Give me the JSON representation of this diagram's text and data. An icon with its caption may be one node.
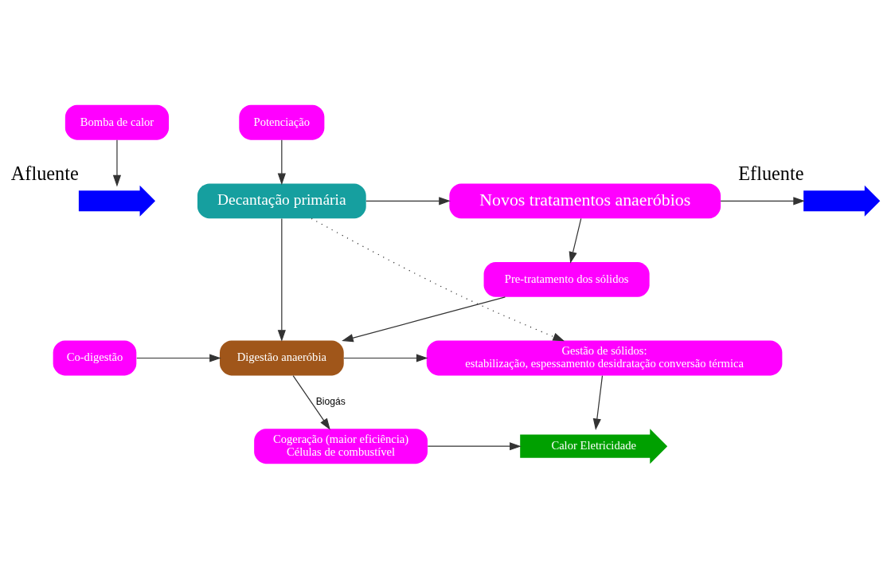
{
  "diagram": {
    "nodes": [
      {
        "text": [
          "Bomba de calor"
        ]
      },
      {
        "text": [
          "Potenciação"
        ]
      },
      {
        "text": [],
        "shape": "arrow",
        "beside": [
          "Afluente"
        ]
      },
      {
        "text": [
          "Decantação primária"
        ]
      },
      {
        "text": [
          "Novos tratamentos anaeróbios"
        ]
      },
      {
        "text": [],
        "shape": "arrow",
        "beside": [
          "Efluente"
        ]
      },
      {
        "text": [
          "Pre-tratamento dos sólidos"
        ]
      },
      {
        "text": [
          "Co-digestão"
        ]
      },
      {
        "text": [
          "Digestão anaeróbia"
        ]
      },
      {
        "text": [
          "Gestão de sólidos:",
          "estabilização, espessamento desidratação conversão térmica"
        ]
      },
      {
        "text": [
          "Cogeração (maior eficiência)",
          "Células de combustível"
        ]
      },
      {
        "text": [
          "Calor Eletricidade"
        ]
      }
    ],
    "edges": [
      {
        "from": 0,
        "to": 2,
        "arrow": "to"
      },
      {
        "from": 1,
        "to": 3,
        "arrow": "to"
      },
      {
        "from": 3,
        "to": 4,
        "arrow": "to"
      },
      {
        "from": 4,
        "to": 5,
        "arrow": "to"
      },
      {
        "from": 4,
        "to": 6,
        "arrow": "to"
      },
      {
        "from": 6,
        "to": 8,
        "arrow": "to"
      },
      {
        "from": 3,
        "to": 8,
        "arrow": "to"
      },
      {
        "from": 3,
        "to": 9,
        "arrow": "to",
        "style": "dashed"
      },
      {
        "from": 7,
        "to": 8,
        "arrow": "to"
      },
      {
        "from": 8,
        "to": 9,
        "arrow": "to"
      },
      {
        "from": 8,
        "to": 10,
        "arrow": "to",
        "label": "Biogás"
      },
      {
        "from": 9,
        "to": 11,
        "arrow": "to"
      },
      {
        "from": 10,
        "to": 11,
        "arrow": "to"
      }
    ]
  }
}
